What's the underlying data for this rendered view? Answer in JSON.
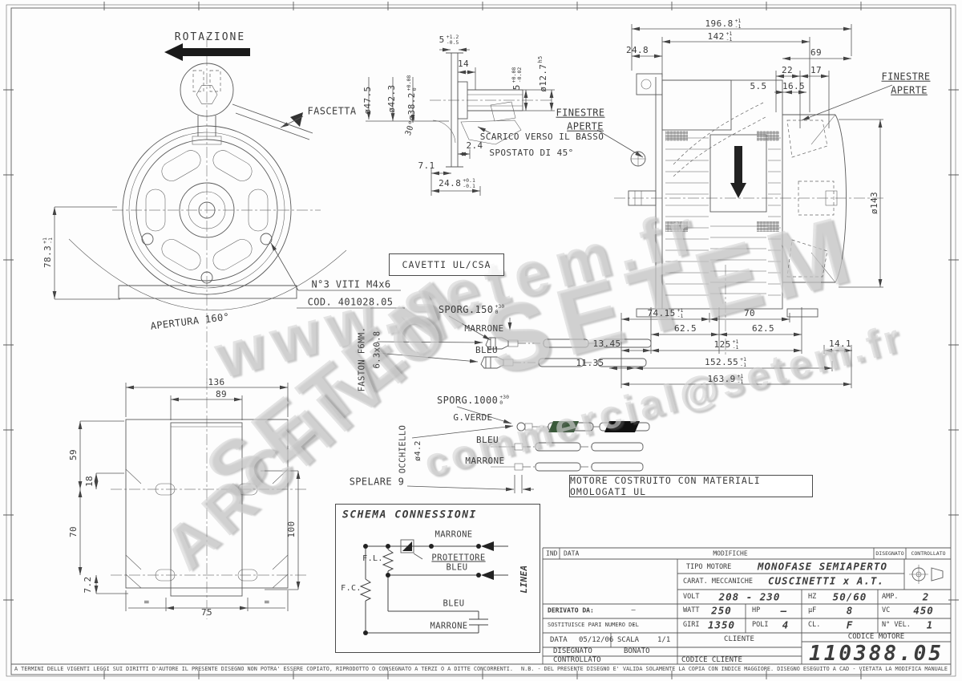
{
  "sheet": {
    "disclaimer_left": "A TERMINI DELLE VIGENTI LEGGI SUI DIRITTI D'AUTORE IL PRESENTE DISEGNO NON POTRA' ESSERE COPIATO, RIPRODOTTO O CONSEGNATO A TERZI O A DITTE CONCORRENTI.",
    "disclaimer_right": "N.B. - DEL PRESENTE DISEGNO E' VALIDA SOLAMENTE LA COPIA CON INDICE MAGGIORE.      DISEGNO ESEGUITO A CAD - VIETATA LA MODIFICA MANUALE"
  },
  "watermarks": {
    "url": "www.setem.fr",
    "brand": "SETEM",
    "brand2": "SETEM",
    "email": "commercial@setem.fr",
    "archive": "ARCHIVIO"
  },
  "front_view": {
    "rotazione": "ROTAZIONE",
    "fascetta": "FASCETTA",
    "viti1": "N°3 VITI M4x6",
    "viti2": "COD. 401028.05",
    "apertura": "APERTURA 160°",
    "h783": {
      "v": "78.3",
      "tp": "+1",
      "tm": "-1"
    }
  },
  "shaft_detail": {
    "d47": "ø47.5",
    "d42": "ø42.3",
    "d38": {
      "v": "ø38.2",
      "tp": "+0.08",
      "tm": "0"
    },
    "d5a": {
      "v": "5",
      "tp": "+1.2",
      "tm": "-0.5"
    },
    "d14": "14",
    "d5b": {
      "v": "5",
      "tp": "+0.08",
      "tm": "-0.02"
    },
    "d127": {
      "v": "ø12.7",
      "sup": "h5"
    },
    "a30": "30°",
    "d24": "2.4",
    "d71": "7.1",
    "d248": {
      "v": "24.8",
      "tp": "+0.1",
      "tm": "-0.1"
    },
    "note1": "SCARICO VERSO IL BASSO",
    "note2": "SPOSTATO DI 45°"
  },
  "side_view": {
    "finestre": "FINESTRE",
    "aperte": "APERTE",
    "d1968": {
      "v": "196.8",
      "tp": "+1",
      "tm": "-1"
    },
    "d142": {
      "v": "142",
      "tp": "+1",
      "tm": "-1"
    },
    "d248": "24.8",
    "d69": "69",
    "d22": "22",
    "d17": "17",
    "d55": "5.5",
    "d165": "16.5",
    "d143": "ø143",
    "d7415": {
      "v": "74.15",
      "tp": "+1",
      "tm": "-1"
    },
    "d70": "70",
    "d625a": "62.5",
    "d625b": "62.5",
    "d125": {
      "v": "125",
      "tp": "+1",
      "tm": "-1"
    },
    "d1345": "13.45",
    "d141": "14.1",
    "d1135": "11.35",
    "d15255": {
      "v": "152.55",
      "tp": "+1",
      "tm": "-1"
    },
    "d1639": {
      "v": "163.9",
      "tp": "+1",
      "tm": "-1"
    }
  },
  "cables": {
    "boxed_title": "CAVETTI UL/CSA",
    "sporg150": {
      "v": "SPORG.150",
      "tp": "+30",
      "tm": "0"
    },
    "sporg1000": {
      "v": "SPORG.1000",
      "tp": "+30",
      "tm": "0"
    },
    "faston": "FASTON F6MM.",
    "faston_size": "6.3x0.8",
    "occhiello": "OCCHIELLO",
    "occhiello_d": "ø4.2",
    "spelare": "SPELARE 9",
    "w150": [
      "MARRONE",
      "BLEU"
    ],
    "w1000": [
      "G.VERDE",
      "BLEU",
      "MARRONE"
    ]
  },
  "base_view": {
    "d136": "136",
    "d89": "89",
    "d59": "59",
    "d18": "18",
    "d70": "70",
    "d72": "7.2",
    "d100": "100",
    "d75": "75",
    "eq": "="
  },
  "schema": {
    "title": "SCHEMA CONNESSIONI",
    "fl": "F.L.",
    "fc": "F.C.",
    "protettore": "PROTETTORE",
    "linea": "LINEA",
    "w_top": "MARRONE",
    "w_mid": "BLEU",
    "w_low": "BLEU",
    "w_bot": "MARRONE"
  },
  "ul_note": "MOTORE COSTRUITO CON MATERIALI OMOLOGATI UL",
  "title_block": {
    "ind": "IND",
    "data_h": "DATA",
    "modifiche": "MODIFICHE",
    "disegnato_h": "DISEGNATO",
    "controllato_h": "CONTROLLATO",
    "tipo_label": "TIPO MOTORE",
    "tipo_value": "MONOFASE SEMIAPERTO",
    "carat_label": "CARAT. MECCANICHE",
    "carat_value": "CUSCINETTI x A.T.",
    "volt_label": "VOLT",
    "volt_value": "208 - 230",
    "hz_label": "HZ",
    "hz_value": "50/60",
    "amp_label": "AMP.",
    "amp_value": "2",
    "derivato_label": "DERIVATO DA:",
    "derivato_value": "—",
    "watt_label": "WATT",
    "watt_value": "250",
    "hp_label": "HP",
    "hp_value": "—",
    "uf_label": "μF",
    "uf_value": "8",
    "vc_label": "VC",
    "vc_value": "450",
    "sostituisce_label": "SOSTITUISCE PARI NUMERO DEL",
    "sostituisce_value": "-",
    "giri_label": "GIRI",
    "giri_value": "1350",
    "poli_label": "POLI",
    "poli_value": "4",
    "cl_label": "CL.",
    "cl_value": "F",
    "nvel_label": "N° VEL.",
    "nvel_value": "1",
    "data_label": "DATA",
    "data_value": "05/12/06",
    "scala_label": "SCALA",
    "scala_value": "1/1",
    "cliente_label": "CLIENTE",
    "codice_motore_label": "CODICE MOTORE",
    "disegnato_label": "DISEGNATO",
    "disegnato_value": "BONATO",
    "controllato_label": "CONTROLLATO",
    "codice_cliente_label": "CODICE CLIENTE",
    "codice_motore_value": "110388.05"
  }
}
